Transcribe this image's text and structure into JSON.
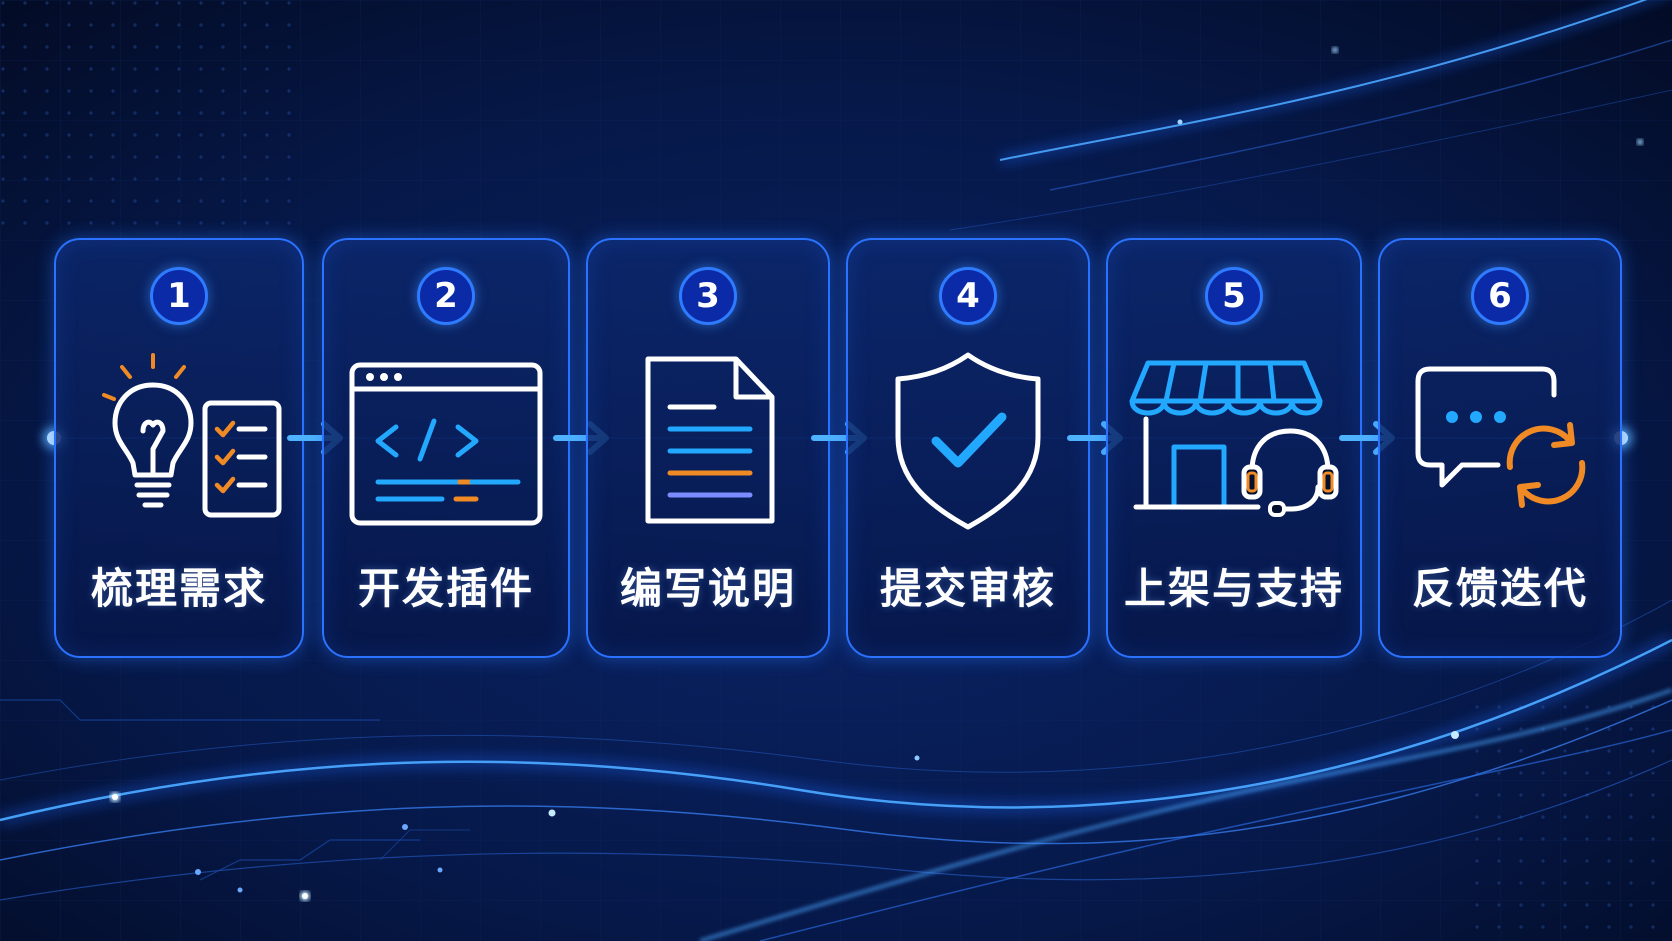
{
  "colors": {
    "background": "#04102e",
    "card_border": "#2a72ff",
    "badge_fill": "#0b2aa8",
    "icon_white": "#ffffff",
    "icon_blue": "#22a8ff",
    "icon_orange": "#f08a24",
    "icon_purple": "#7b8cff",
    "arrow": "#4fb2ff"
  },
  "steps": [
    {
      "number": "1",
      "label": "梳理需求",
      "icon": "lightbulb-checklist-icon"
    },
    {
      "number": "2",
      "label": "开发插件",
      "icon": "code-window-icon"
    },
    {
      "number": "3",
      "label": "编写说明",
      "icon": "document-icon"
    },
    {
      "number": "4",
      "label": "提交审核",
      "icon": "shield-check-icon"
    },
    {
      "number": "5",
      "label": "上架与支持",
      "icon": "storefront-headset-icon"
    },
    {
      "number": "6",
      "label": "反馈迭代",
      "icon": "chat-refresh-icon"
    }
  ]
}
